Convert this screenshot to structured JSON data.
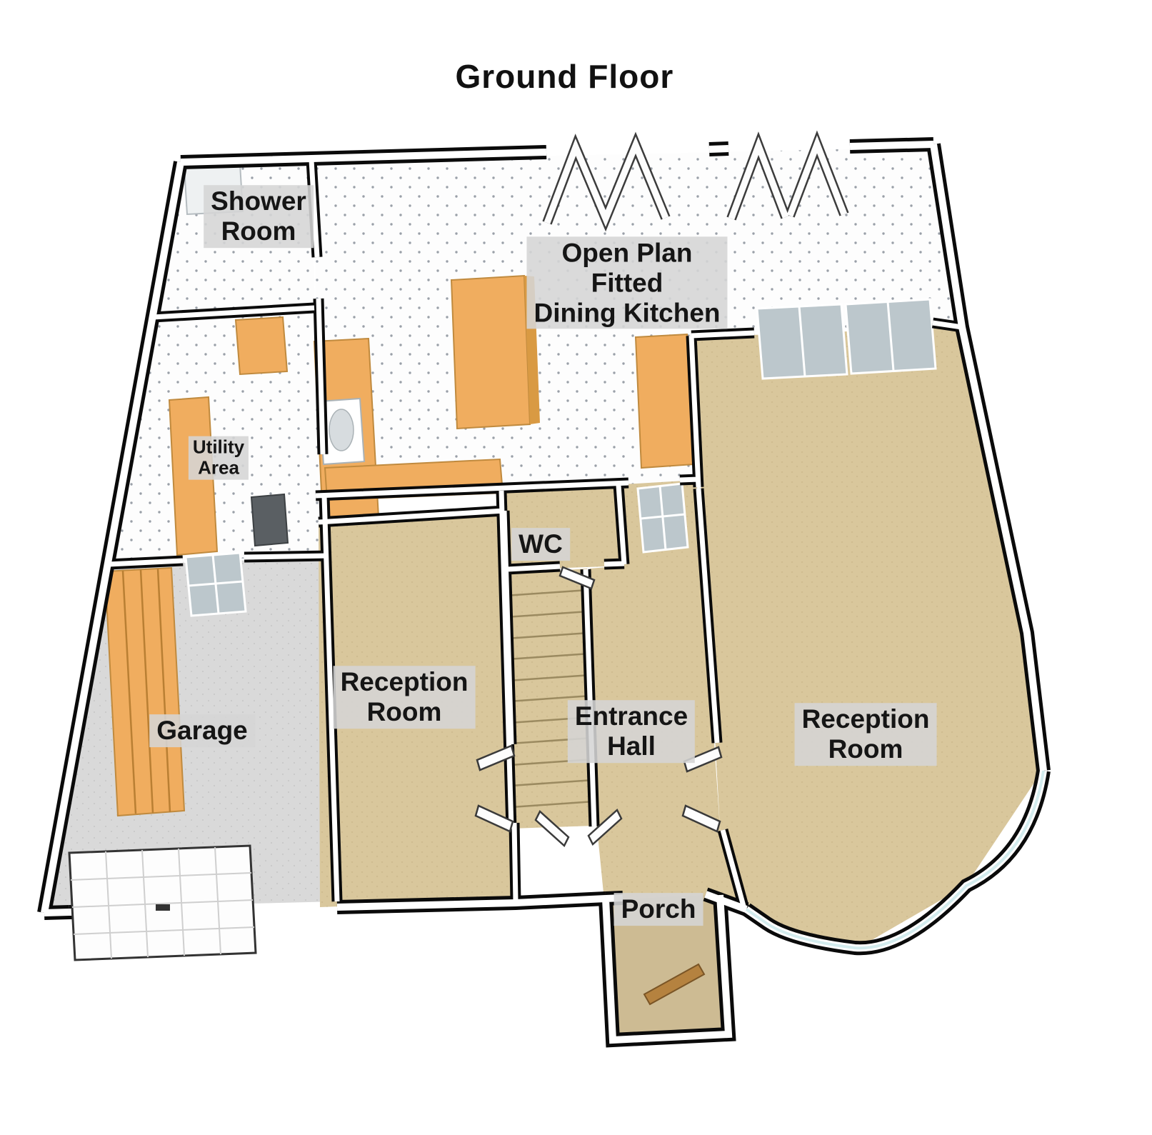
{
  "title": "Ground Floor",
  "labels": {
    "shower_room": "Shower\nRoom",
    "open_plan_kitchen": "Open Plan\nFitted\nDining Kitchen",
    "utility_area": "Utility\nArea",
    "wc": "WC",
    "reception_room_left": "Reception\nRoom",
    "entrance_hall": "Entrance\nHall",
    "reception_room_right": "Reception\nRoom",
    "garage": "Garage",
    "porch": "Porch"
  },
  "colors": {
    "wall": "#0a0a0a",
    "wall_top": "#ffffff",
    "carpet": "#d9c79c",
    "carpet_speck": "#c8b588",
    "tile": "#fdfdfd",
    "tile_dot": "#9aa0a8",
    "counter": "#f0ad5f",
    "garage_floor": "#d9d9d9",
    "garage_speck": "#c6c6c6",
    "porch_floor": "#cdbb93",
    "door_glass": "#bcc7cc",
    "label_bg": "#d5d5d5"
  }
}
